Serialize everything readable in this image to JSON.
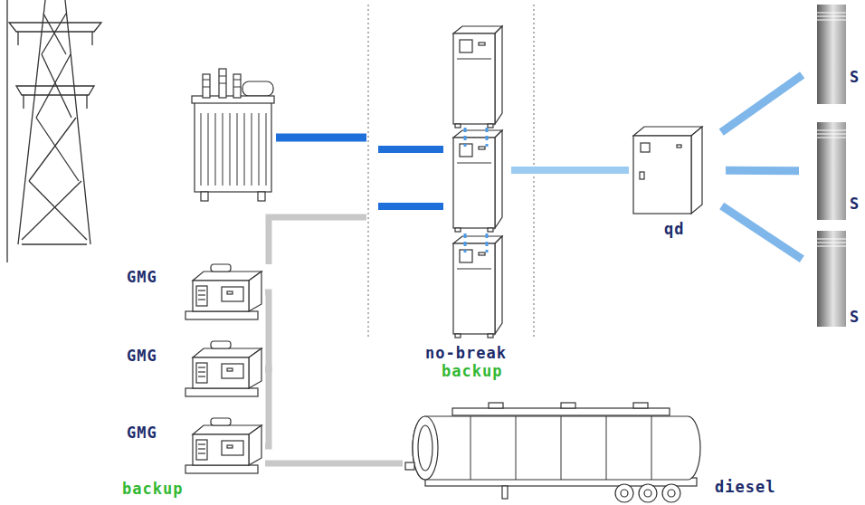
{
  "diagram": {
    "nodes": [
      {
        "text": [
          "no-break",
          "backup"
        ]
      },
      {
        "text": [
          "qd"
        ]
      },
      {
        "text": [
          "S"
        ]
      },
      {
        "text": [
          "S"
        ]
      },
      {
        "text": [
          "S"
        ]
      },
      {
        "text": [
          "GMG"
        ]
      },
      {
        "text": [
          "GMG"
        ]
      },
      {
        "text": [
          "GMG",
          "backup"
        ]
      },
      {
        "text": [
          "diesel"
        ]
      }
    ],
    "edges": [
      {
        "from": 0,
        "to": 1,
        "arrow": "none"
      },
      {
        "from": 1,
        "to": 2,
        "arrow": "none"
      },
      {
        "from": 1,
        "to": 3,
        "arrow": "none"
      },
      {
        "from": 1,
        "to": 4,
        "arrow": "none"
      },
      {
        "from": 5,
        "to": 6,
        "arrow": "none"
      },
      {
        "from": 6,
        "to": 7,
        "arrow": "none"
      },
      {
        "from": 7,
        "to": 8,
        "arrow": "none"
      }
    ]
  }
}
